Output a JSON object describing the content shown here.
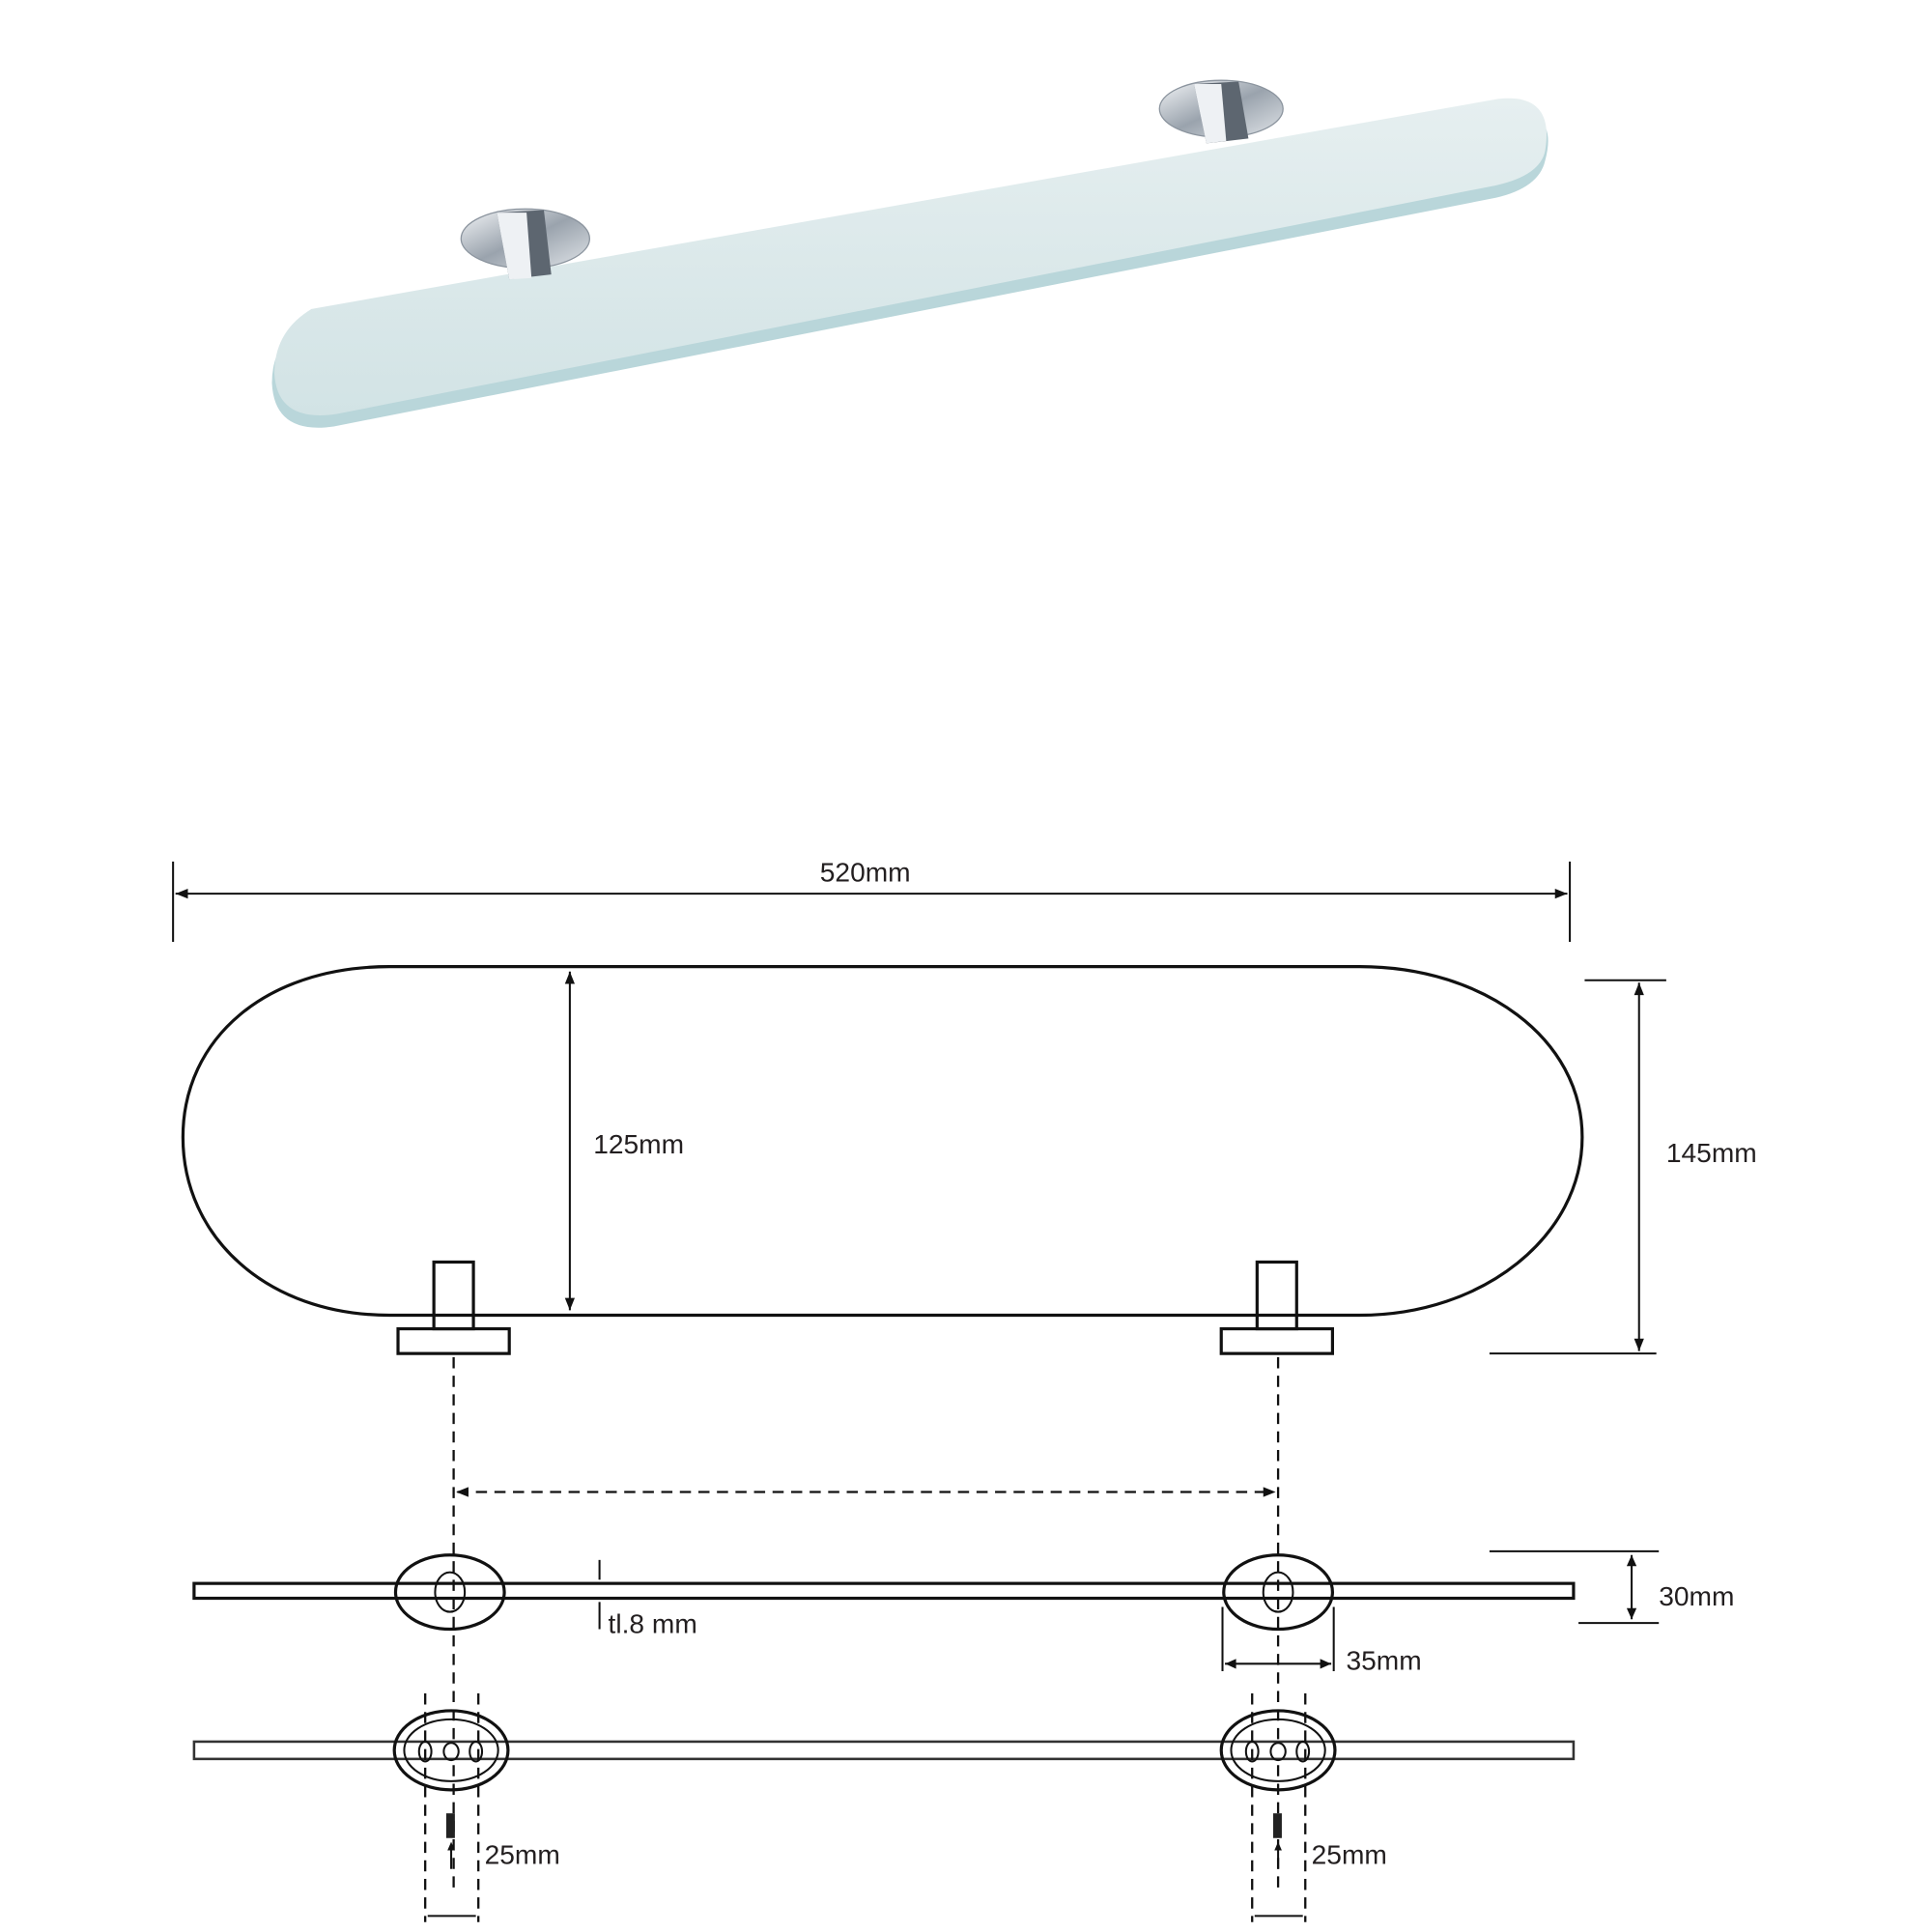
{
  "product": {
    "name": "glass-shelf"
  },
  "dimensions": {
    "width": "520mm",
    "depth_inner": "125mm",
    "depth_total": "145mm",
    "thickness": "tl.8 mm",
    "height": "30mm",
    "bracket_width": "35mm",
    "mount_left": "25mm",
    "mount_right": "25mm"
  },
  "colors": {
    "glass": "#d7e6e8",
    "glass_edge": "#a9cdd1",
    "chrome": "#c8ced4",
    "line": "#111111"
  }
}
